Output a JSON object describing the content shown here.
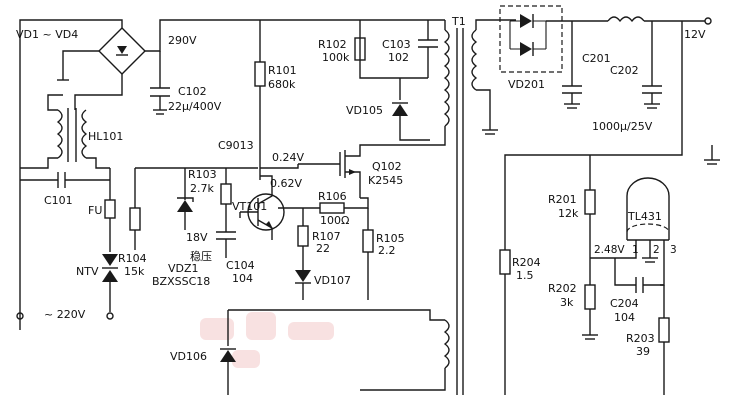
{
  "labels": {
    "vd1_vd4": "VD1 ~ VD4",
    "v290": "290V",
    "c102": "C102",
    "c102_val": "22μ/400V",
    "hl101": "HL101",
    "c101": "C101",
    "fu": "FU",
    "ntv": "NTV",
    "v220": "~ 220V",
    "r101": "R101",
    "r101_val": "680k",
    "r102": "R102",
    "r102_val": "100k",
    "c103": "C103",
    "c103_val": "102",
    "t1": "T1",
    "vd105": "VD105",
    "c9013": "C9013",
    "v024": "0.24V",
    "q102": "Q102",
    "q102_val": "K2545",
    "r103": "R103",
    "r103_val": "2.7k",
    "v062": "0.62V",
    "vt101": "VT101",
    "r106": "R106",
    "r106_val": "100Ω",
    "r104": "R104",
    "r104_val": "15k",
    "v18": "18V",
    "wenya": "稳压",
    "vdz1": "VDZ1",
    "vdz1_val": "BZXSSC18",
    "c104": "C104",
    "c104_val": "104",
    "r107": "R107",
    "r107_val": "22",
    "r105": "R105",
    "r105_val": "2.2",
    "vd107": "VD107",
    "vd106": "VD106",
    "vd201": "VD201",
    "c201": "C201",
    "c202": "C202",
    "v12": "12V",
    "c202_val": "1000μ/25V",
    "r201": "R201",
    "r201_val": "12k",
    "tl431": "TL431",
    "r204": "R204",
    "r204_val": "1.5",
    "v248": "2.48V",
    "pin1": "1",
    "pin2": "2",
    "pin3": "3",
    "r202": "R202",
    "r202_val": "3k",
    "c204": "C204",
    "c204_val": "104",
    "r203": "R203",
    "r203_val": "39"
  }
}
